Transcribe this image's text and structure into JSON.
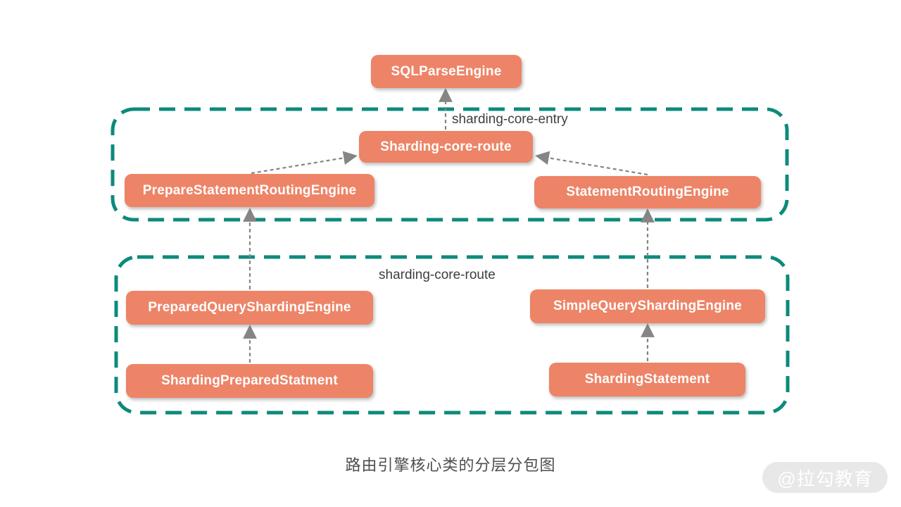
{
  "diagram": {
    "caption": "路由引擎核心类的分层分包图",
    "watermark": "@拉勾教育",
    "colors": {
      "node_fill": "#ED8467",
      "node_text": "#FFFFFF",
      "container_border": "#0C8A7B",
      "arrow": "#858585",
      "label_text": "#3E3E3E",
      "caption_text": "#4E4E4E",
      "watermark_bg": "#E8E8E8",
      "watermark_text": "#FFFFFF",
      "page_bg": "#FFFFFF"
    },
    "nodes": [
      {
        "id": "sql-parse-engine",
        "label": "SQLParseEngine",
        "container": null
      },
      {
        "id": "sharding-core-route-node",
        "label": "Sharding-core-route",
        "container": "sharding-core-entry"
      },
      {
        "id": "prepare-statement-routing",
        "label": "PrepareStatementRoutingEngine",
        "container": "sharding-core-entry"
      },
      {
        "id": "statement-routing",
        "label": "StatementRoutingEngine",
        "container": "sharding-core-entry"
      },
      {
        "id": "prepared-query-sharding",
        "label": "PreparedQueryShardingEngine",
        "container": "sharding-core-route"
      },
      {
        "id": "simple-query-sharding",
        "label": "SimpleQueryShardingEngine",
        "container": "sharding-core-route"
      },
      {
        "id": "sharding-prepared-statment",
        "label": "ShardingPreparedStatment",
        "container": "sharding-core-route"
      },
      {
        "id": "sharding-statement",
        "label": "ShardingStatement",
        "container": "sharding-core-route"
      }
    ],
    "containers": [
      {
        "id": "sharding-core-entry",
        "label": "sharding-core-entry"
      },
      {
        "id": "sharding-core-route",
        "label": "sharding-core-route"
      }
    ],
    "edges": [
      {
        "from": "Sharding-core-route",
        "to": "SQLParseEngine"
      },
      {
        "from": "PrepareStatementRoutingEngine",
        "to": "Sharding-core-route"
      },
      {
        "from": "StatementRoutingEngine",
        "to": "Sharding-core-route"
      },
      {
        "from": "PreparedQueryShardingEngine",
        "to": "PrepareStatementRoutingEngine"
      },
      {
        "from": "ShardingPreparedStatment",
        "to": "PreparedQueryShardingEngine"
      },
      {
        "from": "SimpleQueryShardingEngine",
        "to": "StatementRoutingEngine"
      },
      {
        "from": "ShardingStatement",
        "to": "SimpleQueryShardingEngine"
      }
    ]
  }
}
